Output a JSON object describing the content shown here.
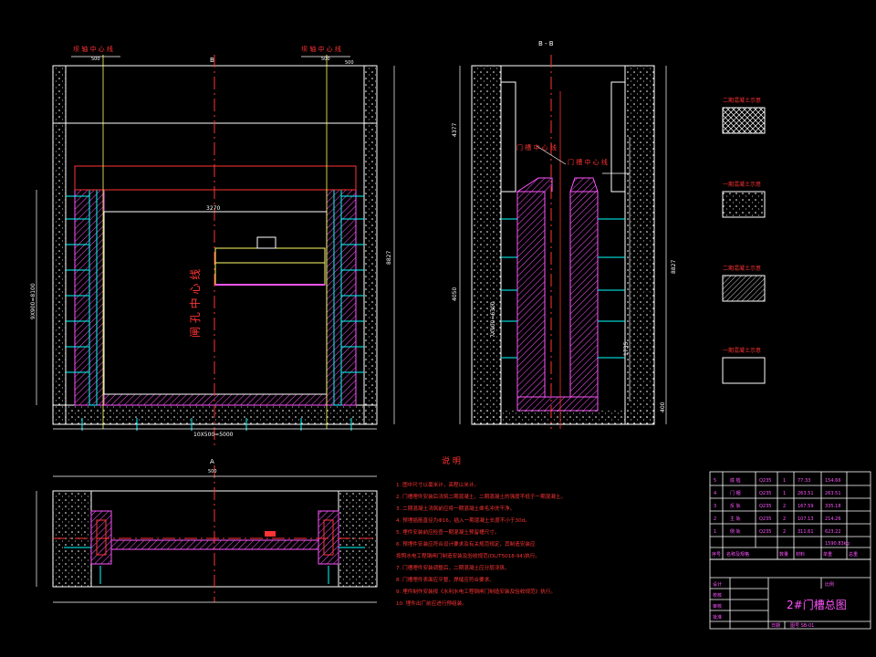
{
  "drawing": {
    "title": "2#门槽总图",
    "colors": {
      "background": "#000000",
      "lines": "#ffffff",
      "hatch": "#ff55ff",
      "centerline": "#ff3333",
      "dimensions": "#ffff66",
      "accent": "#00ffff"
    }
  },
  "elevation": {
    "label_left": "闸 孔 中 心 线",
    "label_top_left": "坝 轴 中 心 线",
    "label_top_right": "坝 轴 中 心 线",
    "section_mark": "B",
    "dim_width": "3270",
    "dim_height": "8827",
    "dim_bottom": "10X500=5000",
    "dim_left": "9X900=8100",
    "dim_top_left": "500",
    "dim_top_right": "500",
    "dim_small": "500"
  },
  "section": {
    "mark": "B - B",
    "label_a": "门 槽 中 心 线",
    "label_b": "门 槽 中 心 线",
    "dim_total": "8827",
    "dim_upper": "4377",
    "dim_lower": "4050",
    "dim_mid": "1735",
    "dim_bottom": "400",
    "dim_inner": "7X900=6300"
  },
  "plan": {
    "mark": "A",
    "dim_top": "500"
  },
  "notes": {
    "heading": "说  明",
    "items": [
      "1. 图中尺寸以毫米计，高程以米计。",
      "2. 门槽埋件安装后浇筑二期混凝土，二期混凝土的强度不低于一期混凝土。",
      "3. 二期混凝土浇筑前应将一期混凝土凿毛冲洗干净。",
      "4. 预埋插筋直径为Φ16，插入一期混凝土长度不小于30d。",
      "5. 埋件安装前应检查一期混凝土预留槽尺寸。",
      "6. 预埋件安装应符合设计要求及有关规范规定，其制造安装应",
      "   按照水电工程钢闸门制造安装及验收规范(DL/T5018-94)执行。",
      "7. 门槽埋件安装调整后，二期混凝土应分层浇筑。",
      "8. 门槽埋件表面应平整，焊缝应符合要求。",
      "9. 埋件制作安装按《水利水电工程钢闸门制造安装及验收规范》执行。",
      "10. 埋件出厂前应进行预组装。"
    ]
  },
  "legend": {
    "items": [
      {
        "label": "二期混凝土示意",
        "pattern": "cross"
      },
      {
        "label": "一期混凝土示意",
        "pattern": "dots"
      },
      {
        "label": "二期混凝土示意",
        "pattern": "hatch"
      },
      {
        "label": "一期混凝土示意",
        "pattern": "blank"
      }
    ]
  },
  "bom": {
    "headers": [
      "序号",
      "名称及规格",
      "数量",
      "材料",
      "单重",
      "总重"
    ],
    "rows": [
      [
        "5",
        "底 槛",
        "Q235",
        "1",
        "77.33",
        "154.66"
      ],
      [
        "4",
        "门 楣",
        "Q235",
        "1",
        "263.51",
        "263.51"
      ],
      [
        "3",
        "反 轨",
        "Q235",
        "2",
        "167.59",
        "335.18"
      ],
      [
        "2",
        "主 轨",
        "Q235",
        "2",
        "107.13",
        "214.26"
      ],
      [
        "1",
        "侧 轨",
        "Q235",
        "2",
        "311.61",
        "623.22"
      ]
    ],
    "total": "1590.83kg"
  },
  "title_block": {
    "drawing_title": "2#门槽总图",
    "drawing_number": "图号 SB-01",
    "fields": [
      "设计",
      "校核",
      "审核",
      "批准",
      "比例",
      "日期"
    ]
  }
}
